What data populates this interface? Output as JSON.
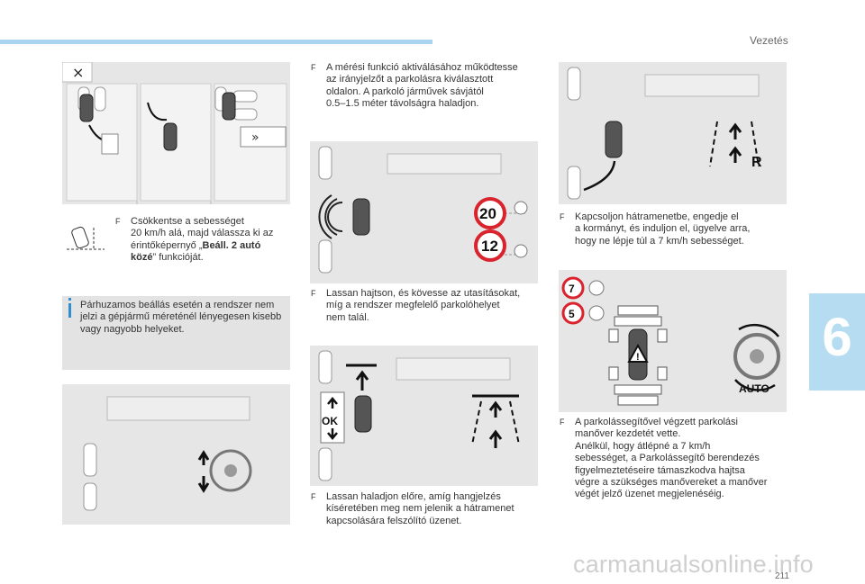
{
  "header": {
    "section": "Vezetés"
  },
  "chapter_tab": "6",
  "page_number": "211",
  "watermark": "carmanualsonline.info",
  "left_column": {
    "step1": {
      "bullet": "F",
      "line1": "Csökkentse a sebességet",
      "line2": "20 km/h alá, majd válassza ki az",
      "line3_pre": "érintőképernyő „",
      "line3_bold": "Beáll. 2 autó",
      "line4_bold": "közé",
      "line4_post": "” funkcióját."
    },
    "note": {
      "line1": "Párhuzamos beállás esetén a rendszer",
      "line2": "nem jelzi a gépjármű méreténél",
      "line3": "lényegesen kisebb vagy nagyobb",
      "line4": "helyeket."
    },
    "close_icon_label": "×"
  },
  "middle_column": {
    "step2": {
      "bullet": "F",
      "line1": "A mérési funkció aktiválásához működtesse",
      "line2": "az irányjelzőt a parkolásra kiválasztott",
      "line3": "oldalon. A parkoló járművek sávjától",
      "line4": "0.5–1.5 méter távolságra haladjon."
    },
    "speed_signs": [
      "20",
      "12"
    ],
    "step3": {
      "bullet": "F",
      "line1": "Lassan hajtson, és kövesse az utasításokat,",
      "line2": "míg a rendszer megfelelő parkolóhelyet",
      "line3": "nem talál."
    },
    "ok_label": "OK",
    "step4": {
      "bullet": "F",
      "line1": "Lassan haladjon előre, amíg hangjelzés",
      "line2": "kíséretében meg nem jelenik a hátramenet",
      "line3": "kapcsolására felszólító üzenet."
    }
  },
  "right_column": {
    "gear_label": "R",
    "step5": {
      "bullet": "F",
      "line1": "Kapcsoljon hátramenetbe, engedje el",
      "line2": "a kormányt, és induljon el, ügyelve arra,",
      "line3": "hogy ne lépje túl a 7 km/h sebességet."
    },
    "speed_signs": [
      "7",
      "5"
    ],
    "auto_label": "AUTO",
    "step6": {
      "bullet": "F",
      "line1": "A parkolássegítővel végzett parkolási",
      "line2": "manőver kezdetét vette.",
      "line3": "Anélkül, hogy átlépné a 7 km/h",
      "line4": "sebességet, a Parkolássegítő berendezés",
      "line5": "figyelmeztetéseire támaszkodva hajtsa",
      "line6": "végre a szükséges manővereket a manőver",
      "line7": "végét jelző üzenet megjelenéséig."
    }
  },
  "colors": {
    "accent": "#2f8ecf",
    "tab": "#b5dcf1",
    "panel": "#e6e6e6",
    "sign_red": "#d9232d"
  }
}
